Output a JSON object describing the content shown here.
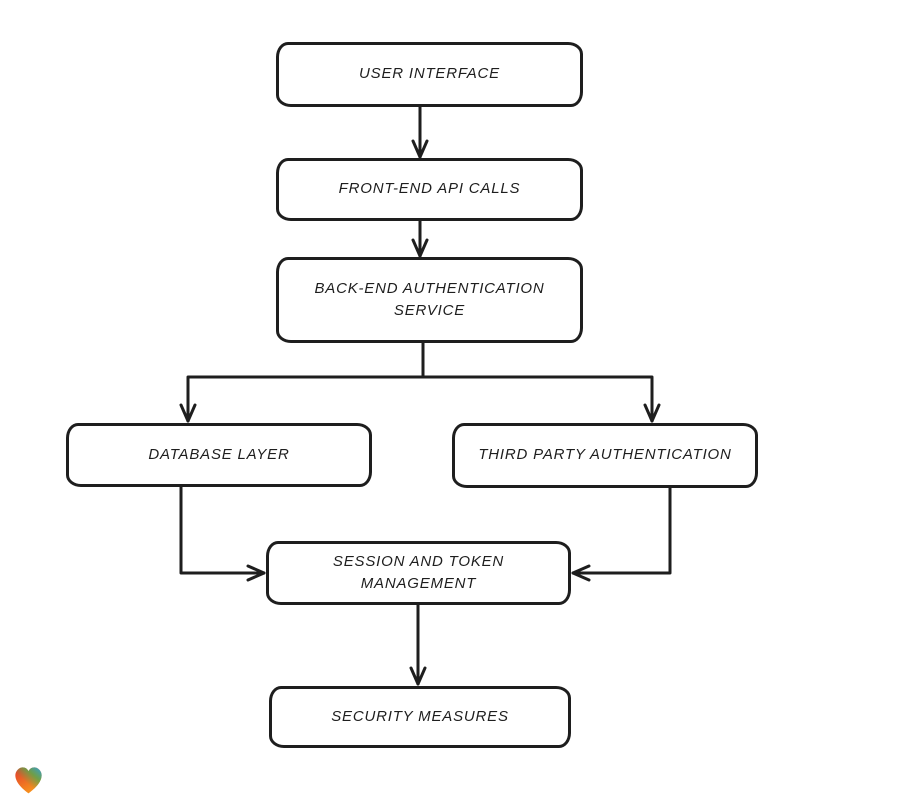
{
  "diagram": {
    "background_color": "#ffffff",
    "stroke_color": "#1e1e1e",
    "node_fill_color": "#ffffff",
    "nodes": [
      {
        "id": "user-interface",
        "label": "USER INTERFACE"
      },
      {
        "id": "front-end-api-calls",
        "label": "FRONT-END API CALLS"
      },
      {
        "id": "back-end-authentication-service",
        "label": "BACK-END AUTHENTICATION\nSERVICE"
      },
      {
        "id": "database-layer",
        "label": "DATABASE LAYER"
      },
      {
        "id": "third-party-authentication",
        "label": "THIRD PARTY AUTHENTICATION"
      },
      {
        "id": "session-and-token-management",
        "label": "SESSION AND TOKEN\nMANAGEMENT"
      },
      {
        "id": "security-measures",
        "label": "SECURITY MEASURES"
      }
    ],
    "edges": [
      {
        "from": "user-interface",
        "to": "front-end-api-calls"
      },
      {
        "from": "front-end-api-calls",
        "to": "back-end-authentication-service"
      },
      {
        "from": "back-end-authentication-service",
        "to": "database-layer"
      },
      {
        "from": "back-end-authentication-service",
        "to": "third-party-authentication"
      },
      {
        "from": "database-layer",
        "to": "session-and-token-management"
      },
      {
        "from": "third-party-authentication",
        "to": "session-and-token-management"
      },
      {
        "from": "session-and-token-management",
        "to": "security-measures"
      }
    ],
    "watermark": {
      "icon": "heart-icon",
      "gradient_colors": [
        "#e23a2e",
        "#f7941d",
        "#5aa84c",
        "#2e9fe0"
      ]
    }
  }
}
